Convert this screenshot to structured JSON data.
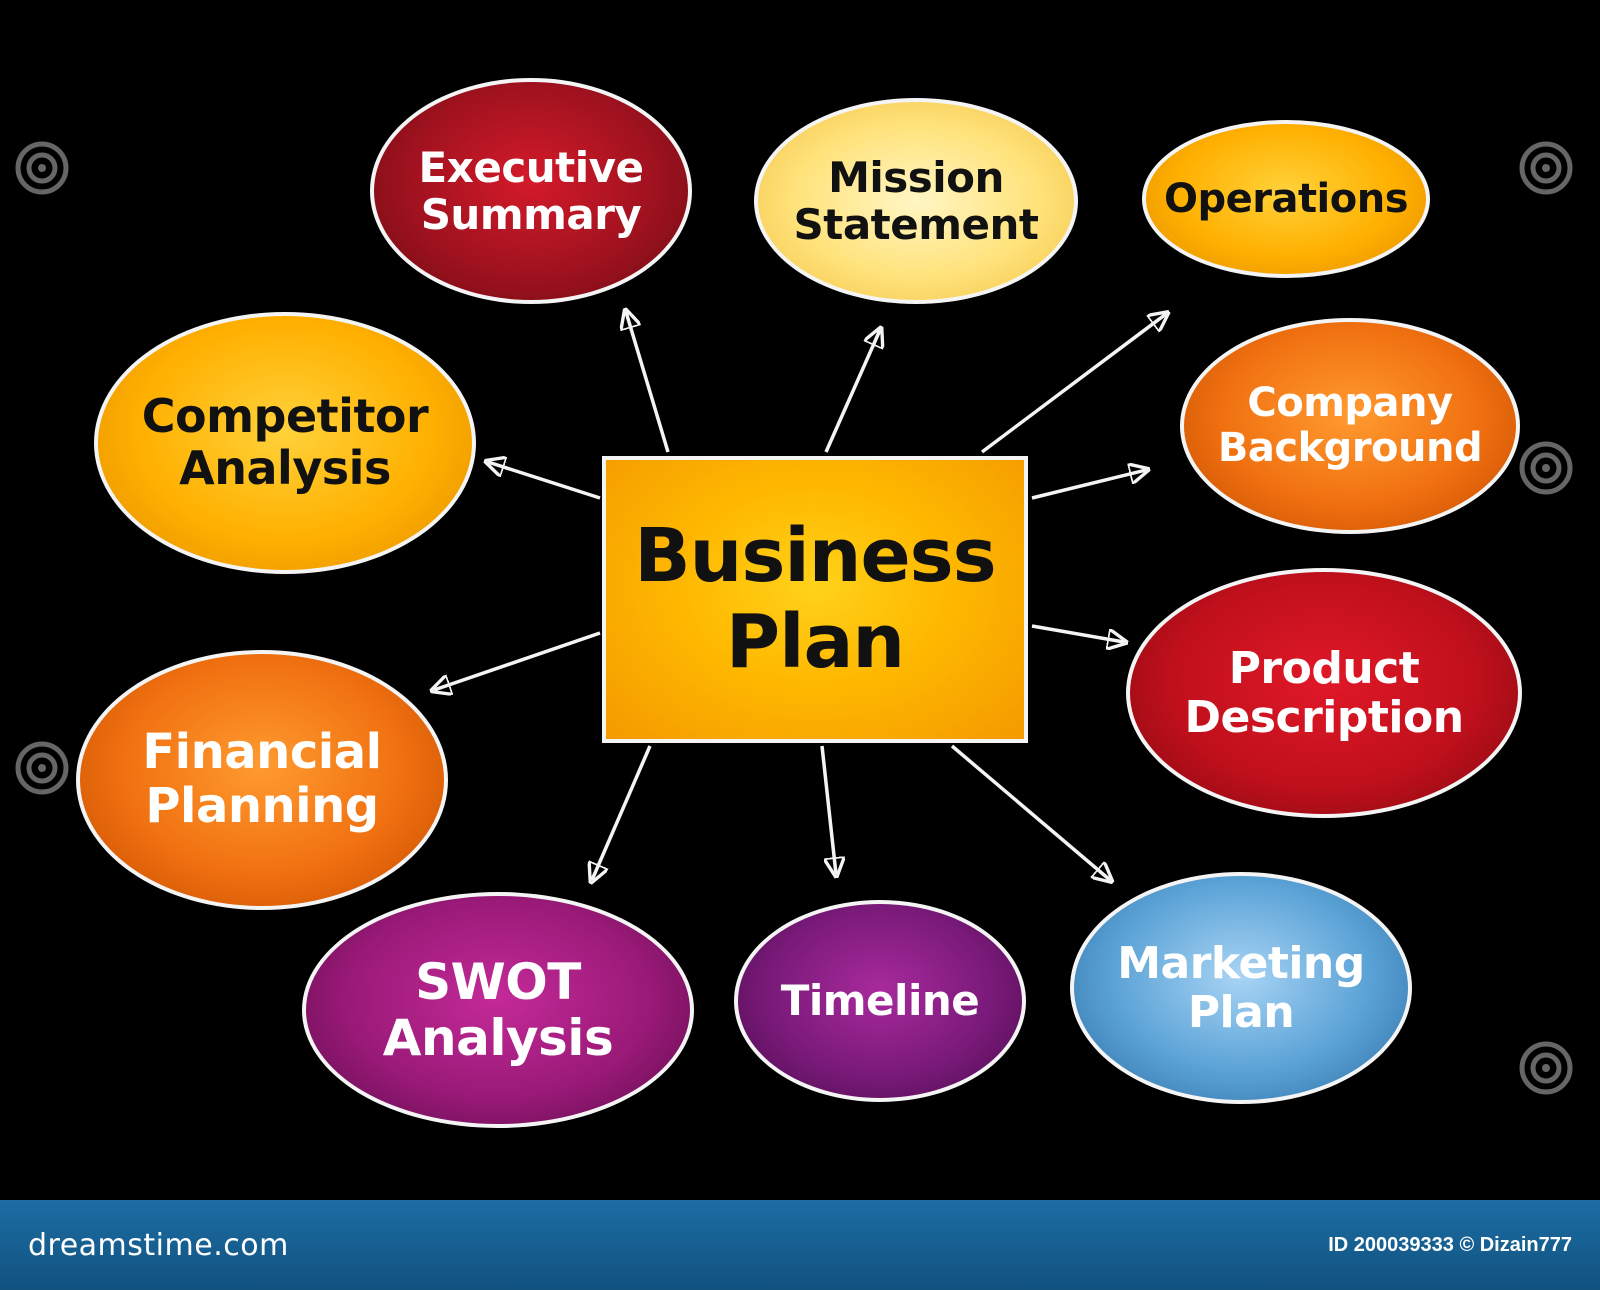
{
  "center": {
    "label": "Business\nPlan",
    "color": "#ffb800"
  },
  "nodes": [
    {
      "id": "executive-summary",
      "label": "Executive\nSummary",
      "color": "#a0121f"
    },
    {
      "id": "mission-statement",
      "label": "Mission\nStatement",
      "color": "#ffe27a"
    },
    {
      "id": "operations",
      "label": "Operations",
      "color": "#ffb000"
    },
    {
      "id": "competitor-analysis",
      "label": "Competitor\nAnalysis",
      "color": "#ffb000"
    },
    {
      "id": "company-background",
      "label": "Company\nBackground",
      "color": "#f07010"
    },
    {
      "id": "product-description",
      "label": "Product\nDescription",
      "color": "#c0101c"
    },
    {
      "id": "financial-planning",
      "label": "Financial\nPlanning",
      "color": "#f07010"
    },
    {
      "id": "swot-analysis",
      "label": "SWOT\nAnalysis",
      "color": "#9a1a78"
    },
    {
      "id": "timeline",
      "label": "Timeline",
      "color": "#7a1a7a"
    },
    {
      "id": "marketing-plan",
      "label": "Marketing\nPlan",
      "color": "#5aa2d6"
    }
  ],
  "footer": {
    "brand": "dreamstime.com",
    "image_id": "ID 200039333 © Dizain777",
    "color": "#1c6da4"
  },
  "watermark": {
    "text": "dreamstime"
  }
}
